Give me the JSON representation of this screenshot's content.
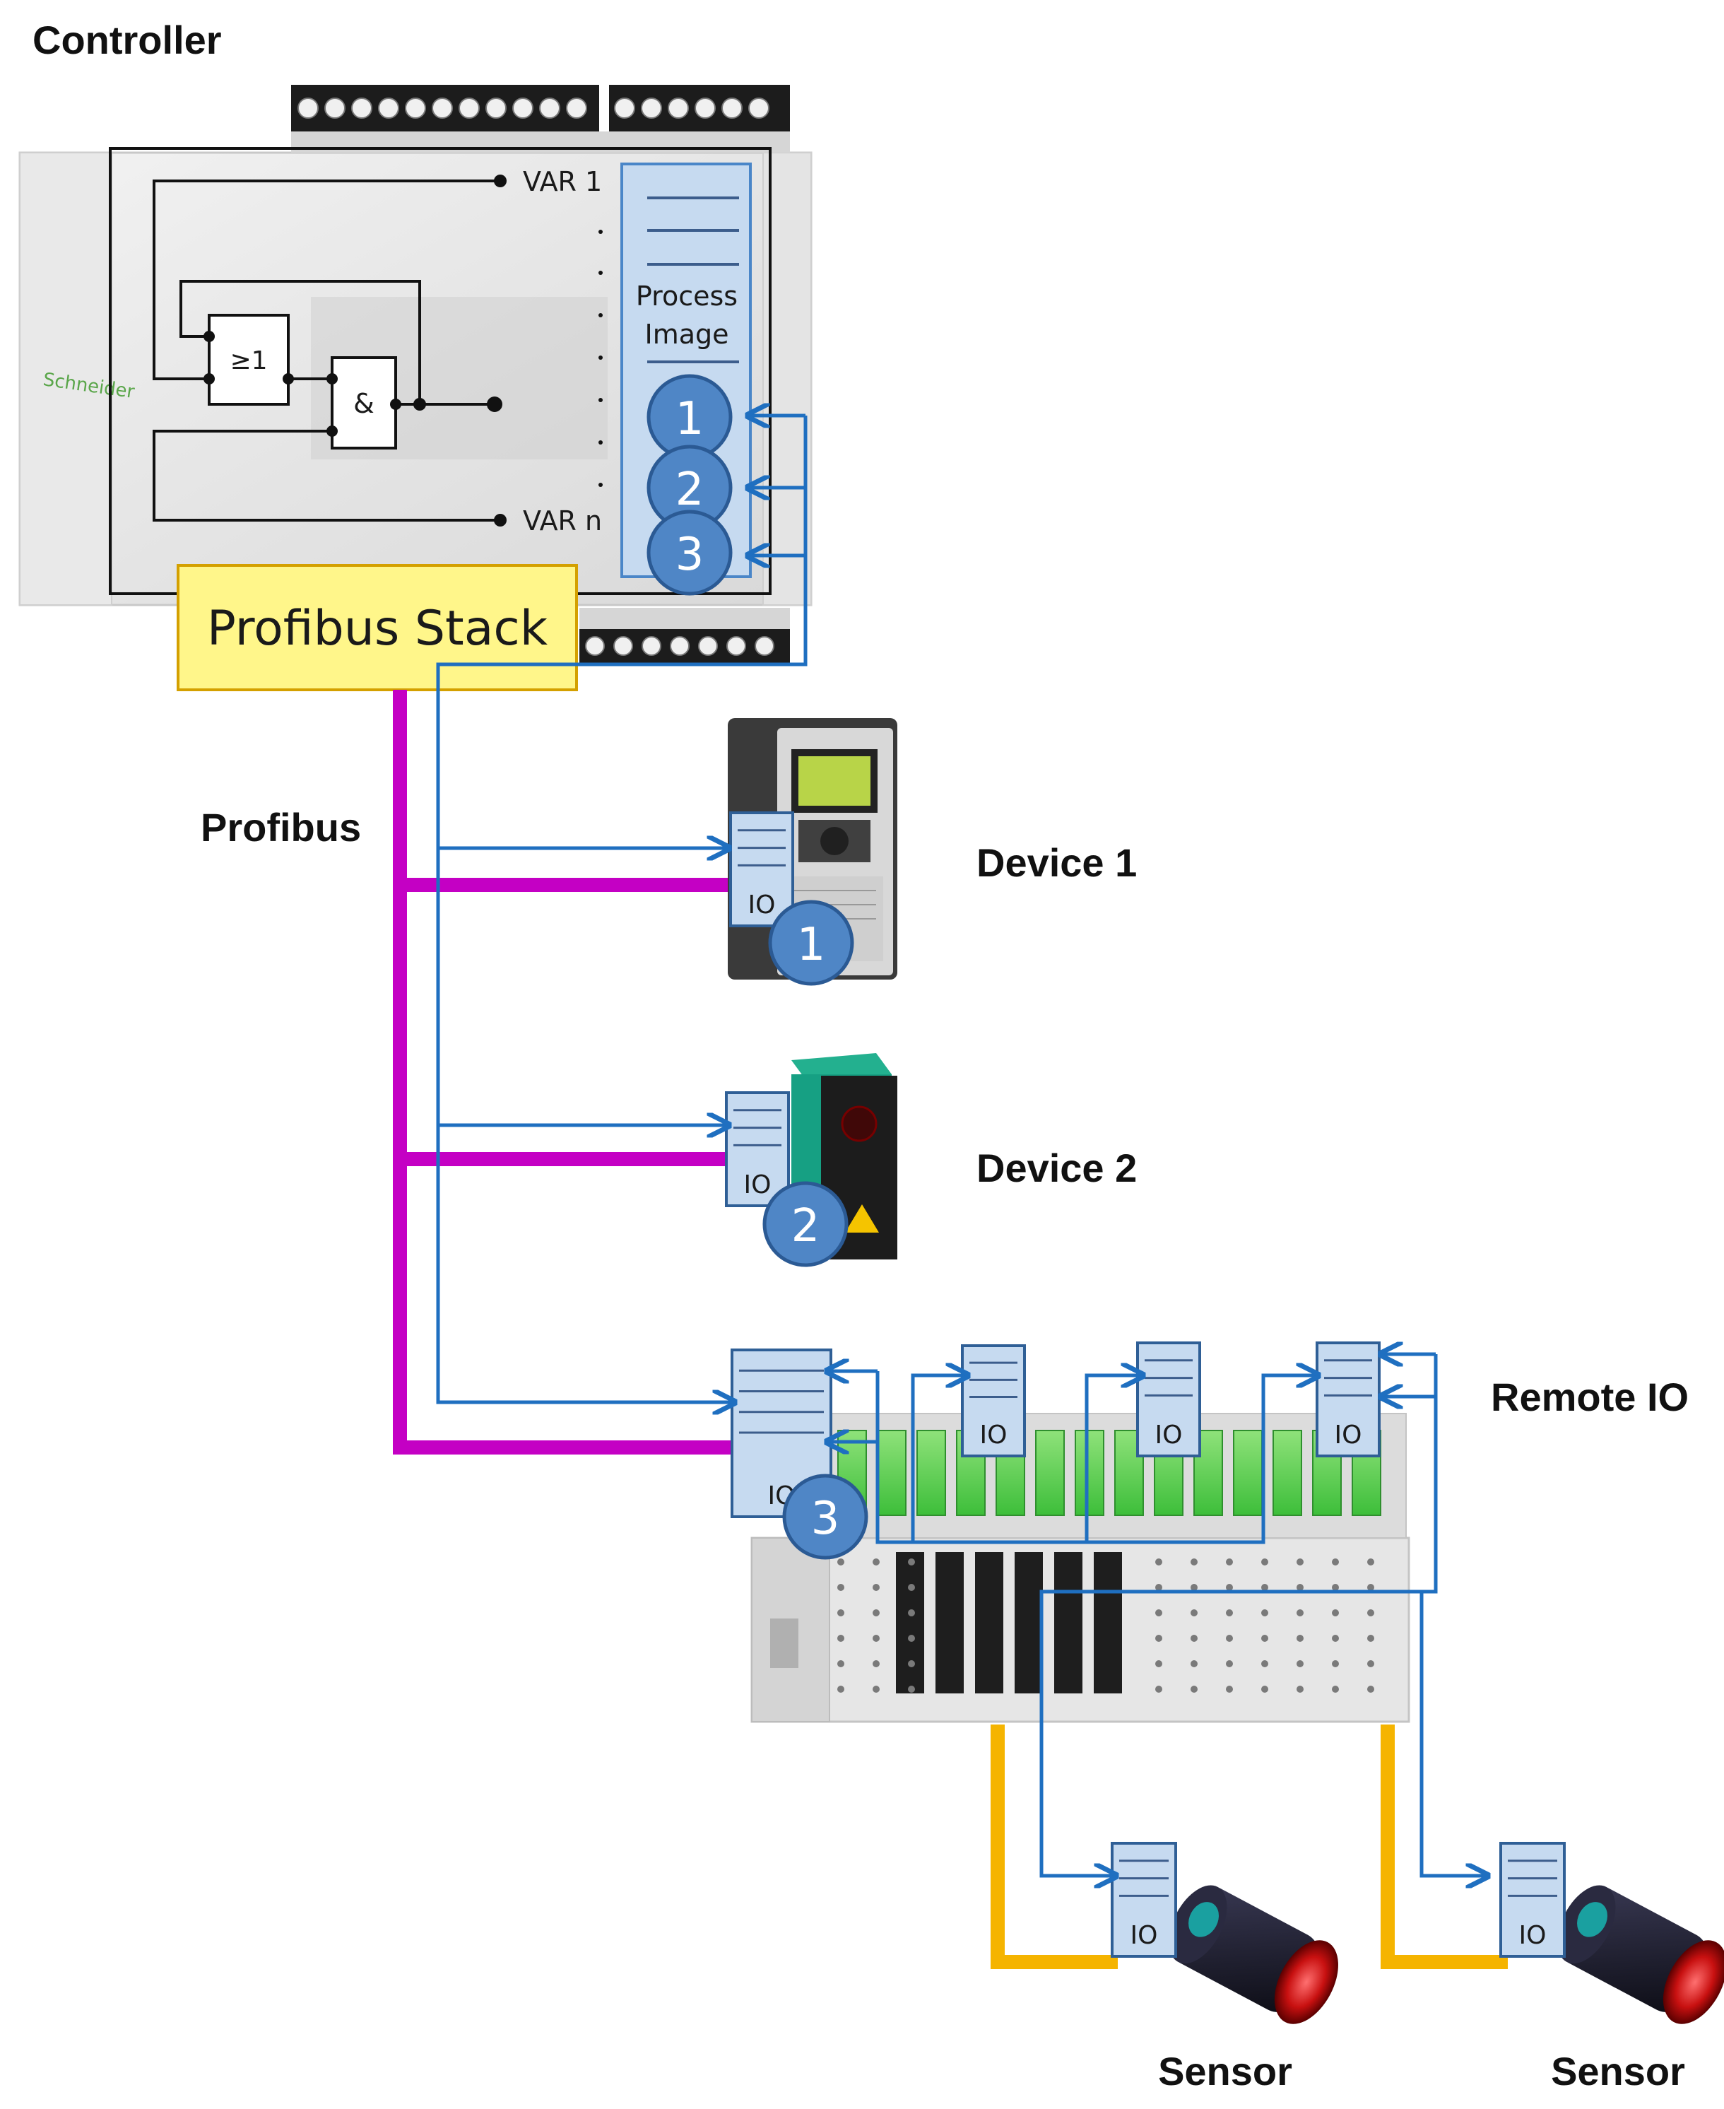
{
  "labels": {
    "controller": "Controller",
    "profibus": "Profibus",
    "profibus_stack": "Profibus Stack",
    "process_image": [
      "Process",
      "Image"
    ],
    "var_first": "VAR 1",
    "var_last": "VAR n",
    "gate_or": "≥1",
    "gate_and": "&",
    "device1": "Device 1",
    "device2": "Device 2",
    "remote_io": "Remote IO",
    "sensor_left": "Sensor",
    "sensor_right": "Sensor",
    "io": "IO",
    "badge_1": "1",
    "badge_2": "2",
    "badge_3": "3"
  },
  "colors": {
    "profibus_bus": "#c400c4",
    "data_flow": "#1f6fc0",
    "sensor_cable": "#f5b400",
    "stack_fill": "#fff68a",
    "stack_border": "#d4a000",
    "badge_fill": "#4f86c6",
    "io_fill": "#c6daf0",
    "logic_frame": "#111111"
  },
  "icons": {
    "controller": "plc-controller-icon",
    "device1": "drive-icon",
    "device2": "photoelectric-sensor-icon",
    "remote_io": "remote-io-rack-icon",
    "sensor": "cylindrical-sensor-icon"
  }
}
